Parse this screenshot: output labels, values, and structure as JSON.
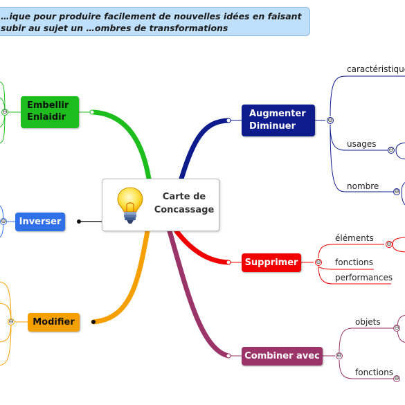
{
  "banner": "…ique pour produire facilement de nouvelles idées en faisant subir au sujet un …ombres de transformations",
  "central": {
    "line1": "Carte de",
    "line2": "Concassage",
    "icon": "lightbulb-icon"
  },
  "branches": {
    "embellir": {
      "line1": "Embellir",
      "line2": "Enlaidir",
      "color": "#1cbd1c"
    },
    "inverser": {
      "label": "Inverser",
      "color": "#2f6fe8"
    },
    "modifier": {
      "label": "Modifier",
      "color": "#f5a000"
    },
    "augmenter": {
      "line1": "Augmenter",
      "line2": "Diminuer",
      "color": "#0d1b8c",
      "children": [
        "caractéristiques",
        "usages",
        "nombre"
      ]
    },
    "supprimer": {
      "label": "Supprimer",
      "color": "#f00000",
      "children": [
        "éléments",
        "fonctions",
        "performances"
      ]
    },
    "combiner": {
      "label": "Combiner avec",
      "color": "#9b3468",
      "children": [
        "objets",
        "fonctions"
      ]
    }
  },
  "collapse_glyph": "⊖"
}
